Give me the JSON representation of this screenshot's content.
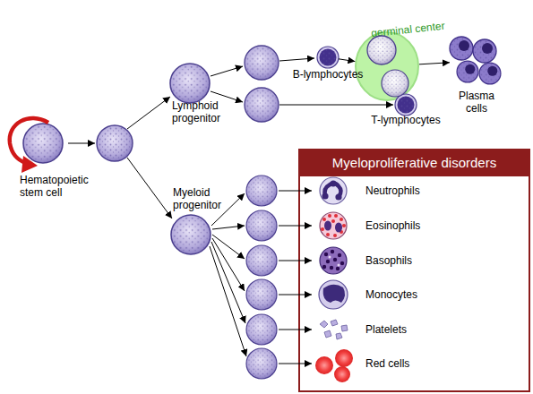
{
  "diagram": {
    "nodes": [
      {
        "text": [
          "Hematopoietic stem cell"
        ]
      },
      {
        "text": [
          "Lymphoid progenitor"
        ]
      },
      {
        "text": [
          "B-lymphocytes"
        ]
      },
      {
        "text": [
          "germinal center"
        ]
      },
      {
        "text": [
          "Plasma cells"
        ]
      },
      {
        "text": [
          "T-lymphocytes"
        ]
      },
      {
        "text": [
          "Myeloid progenitor"
        ]
      },
      {
        "text": [
          "Myeloproliferative disorders"
        ]
      },
      {
        "text": [
          "Neutrophils"
        ],
        "in": 7
      },
      {
        "text": [
          "Eosinophils"
        ],
        "in": 7
      },
      {
        "text": [
          "Basophils"
        ],
        "in": 7
      },
      {
        "text": [
          "Monocytes"
        ],
        "in": 7
      },
      {
        "text": [
          "Platelets"
        ],
        "in": 7
      },
      {
        "text": [
          "Red cells"
        ],
        "in": 7
      }
    ],
    "edges": [
      {
        "from": 2,
        "to": 3,
        "arrow": "to"
      },
      {
        "from": 3,
        "to": 4,
        "arrow": "to"
      }
    ]
  }
}
